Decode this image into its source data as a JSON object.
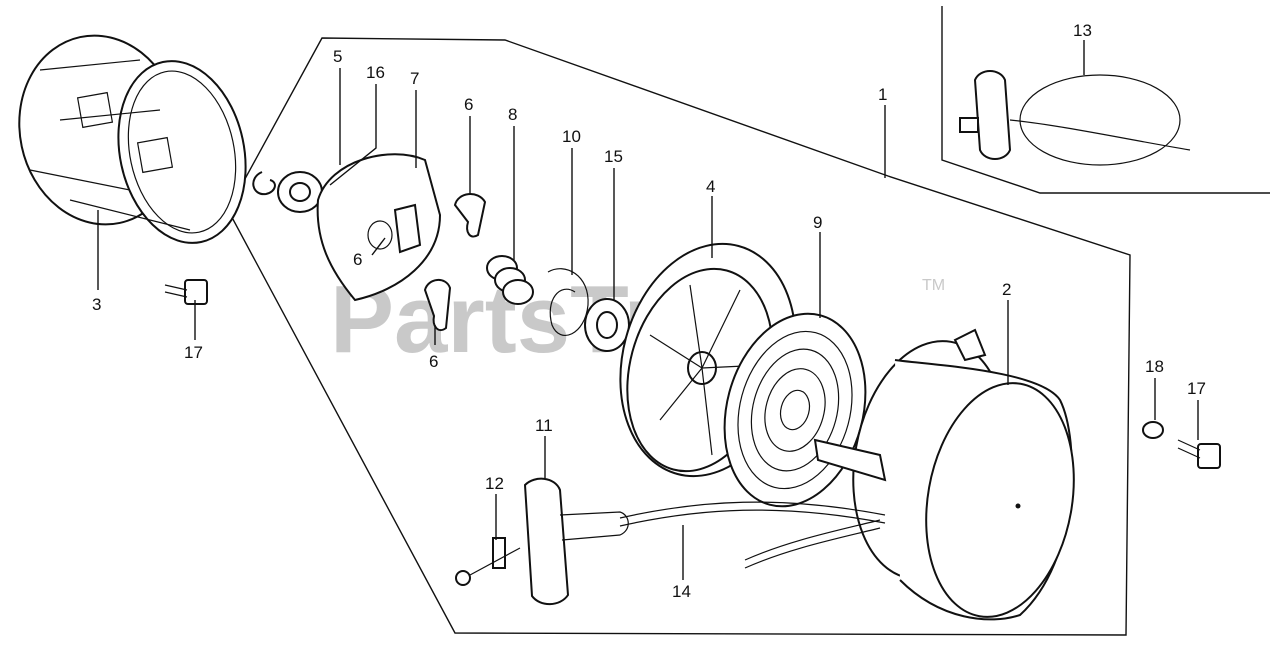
{
  "watermark": "PartsTree",
  "trademark": "TM",
  "callouts": [
    "1",
    "2",
    "3",
    "4",
    "5",
    "6",
    "6",
    "6",
    "7",
    "8",
    "9",
    "10",
    "11",
    "12",
    "13",
    "14",
    "15",
    "16",
    "17",
    "17",
    "18"
  ]
}
